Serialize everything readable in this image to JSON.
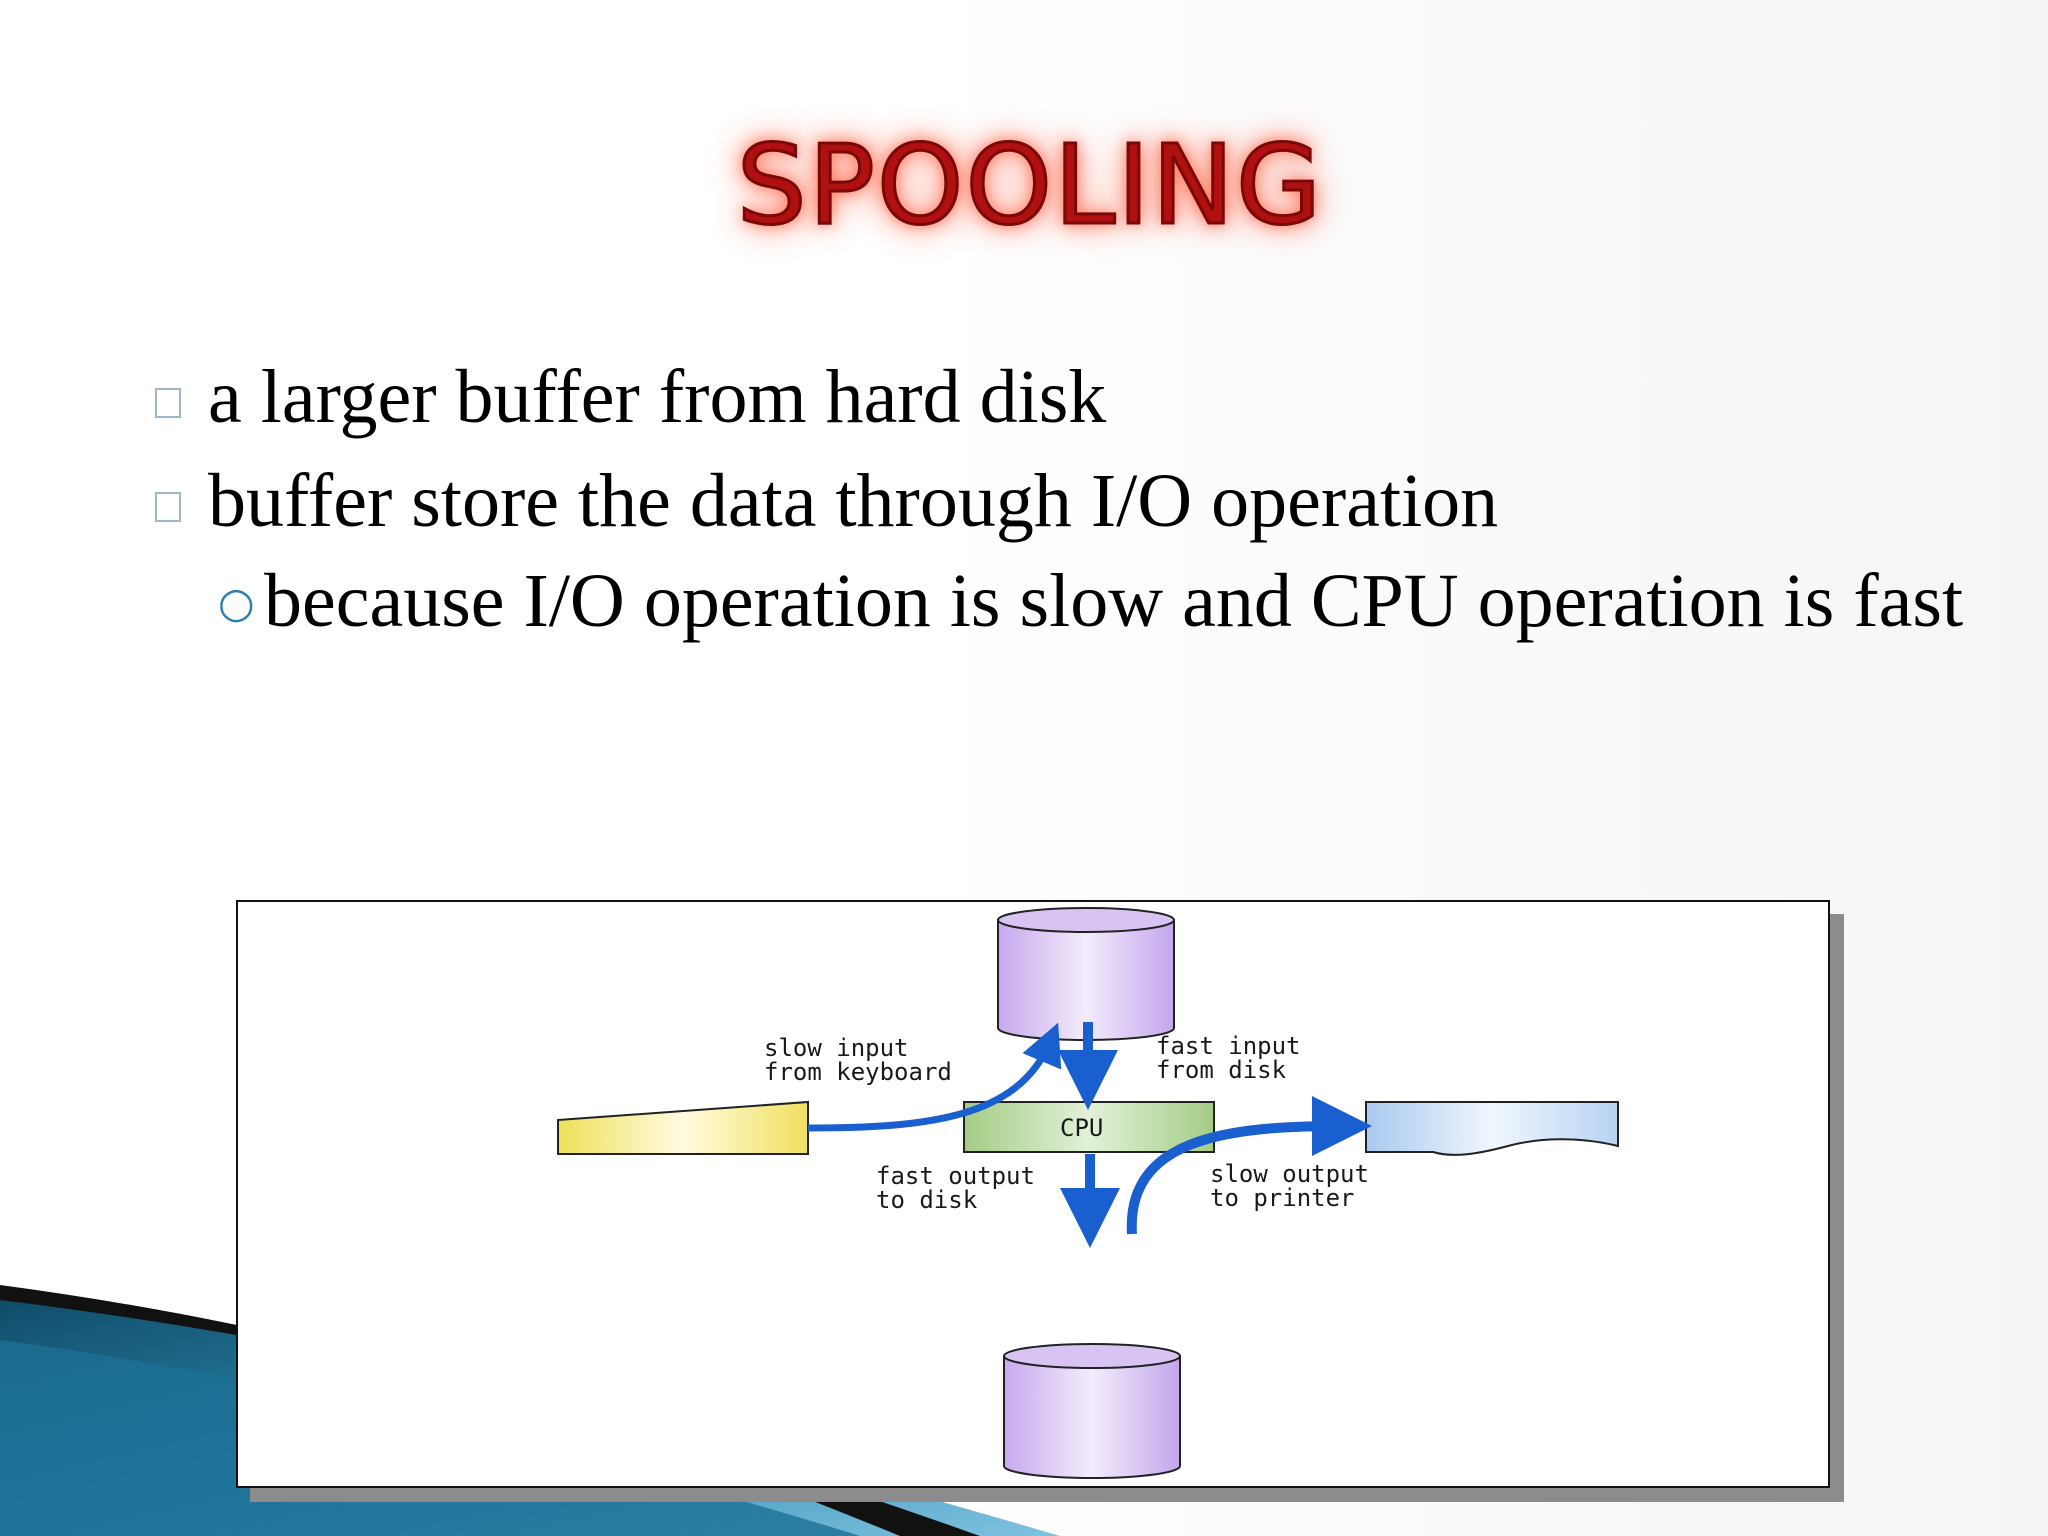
{
  "slide": {
    "title": "SPOOLING",
    "bullets": [
      "a larger buffer from hard disk",
      "buffer store the data through I/O operation"
    ],
    "sub_bullet": "because I/O operation is slow and CPU operation is fast"
  },
  "diagram": {
    "cpu_label": "CPU",
    "slow_input_line1": "slow input",
    "slow_input_line2": "from keyboard",
    "fast_input_line1": "fast input",
    "fast_input_line2": "from disk",
    "fast_output_line1": "fast output",
    "fast_output_line2": "to disk",
    "slow_output_line1": "slow output",
    "slow_output_line2": "to printer"
  },
  "colors": {
    "title_red": "#b01010",
    "arrow_blue": "#1a5fcf",
    "disk_purple": "#c9b0ee",
    "cpu_green": "#a8d08d",
    "keyboard_yellow": "#f2e36a",
    "printer_blue": "#b6d2f2"
  }
}
